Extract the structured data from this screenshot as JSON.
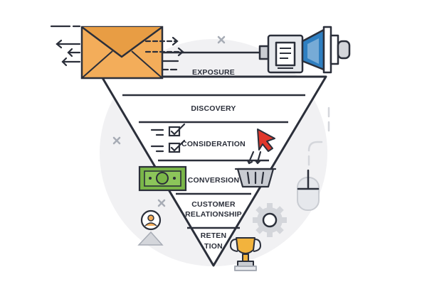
{
  "funnel": {
    "stages": [
      {
        "id": "exposure",
        "lines": [
          "EXPOSURE"
        ]
      },
      {
        "id": "discovery",
        "lines": [
          "DISCOVERY"
        ]
      },
      {
        "id": "consideration",
        "lines": [
          "CONSIDERATION"
        ]
      },
      {
        "id": "conversion",
        "lines": [
          "CONVERSION"
        ]
      },
      {
        "id": "customer-relationship",
        "lines": [
          "CUSTOMER",
          "RELATIONSHIP"
        ]
      },
      {
        "id": "retention",
        "lines": [
          "RETEN",
          "TION"
        ]
      }
    ]
  },
  "colors": {
    "outline": "#2b2f3a",
    "envelope": "#f3ad5a",
    "envelope_dark": "#e08f2e",
    "money": "#7ab648",
    "trophy": "#f2b33d",
    "projector_blue": "#2f7fc1",
    "cursor_red": "#e0382c",
    "background_circle": "#f1f1f3",
    "accent_gray": "#c9ccd2"
  },
  "icons": [
    "envelope-icon",
    "projector-icon",
    "checklist-icon",
    "cursor-icon",
    "money-icon",
    "basket-icon",
    "user-badge-icon",
    "gear-icon",
    "mouse-icon",
    "trophy-icon"
  ]
}
